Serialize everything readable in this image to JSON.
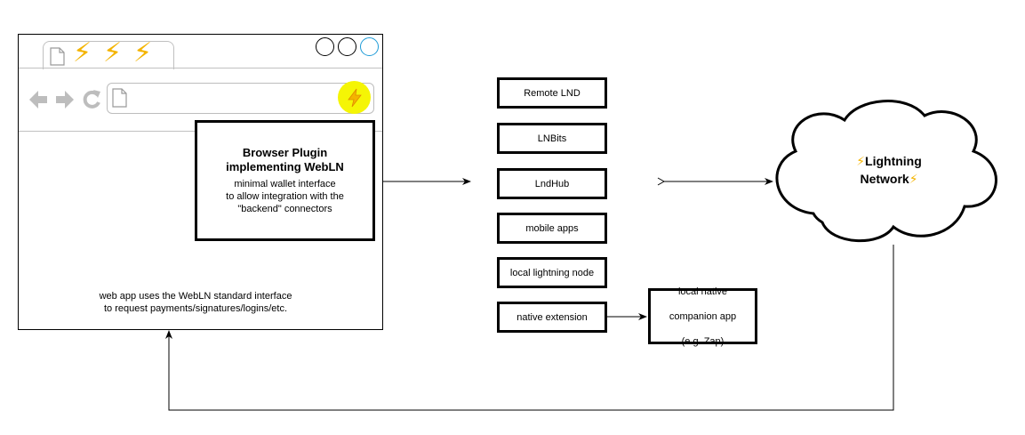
{
  "browser": {
    "tab_icons": [
      "bolt-icon",
      "bolt-icon",
      "bolt-icon"
    ],
    "tab_bolt_glyph": "⚡",
    "plugin_button_icon": "bolt-icon",
    "plugin_highlight_color": "#f5f505",
    "bolt_color": "#f4b400",
    "window_button_accent": "#1e9bd7"
  },
  "plugin": {
    "title_line1": "Browser Plugin",
    "title_line2": "implementing WebLN",
    "subtitle_line1": "minimal wallet interface",
    "subtitle_line2": "to allow integration with the",
    "subtitle_line3": "\"backend\" connectors"
  },
  "webapp": {
    "line1": "web app uses the WebLN standard interface",
    "line2": "to request payments/signatures/logins/etc."
  },
  "connectors": [
    "Remote LND",
    "LNBits",
    "LndHub",
    "mobile apps",
    "local lightning node",
    "native extension"
  ],
  "companion": {
    "line1": "local native",
    "line2": "companion app",
    "line3": "(e.g. Zap)"
  },
  "network": {
    "bolt": "⚡",
    "line1": "Lightning",
    "line2": "Network"
  }
}
